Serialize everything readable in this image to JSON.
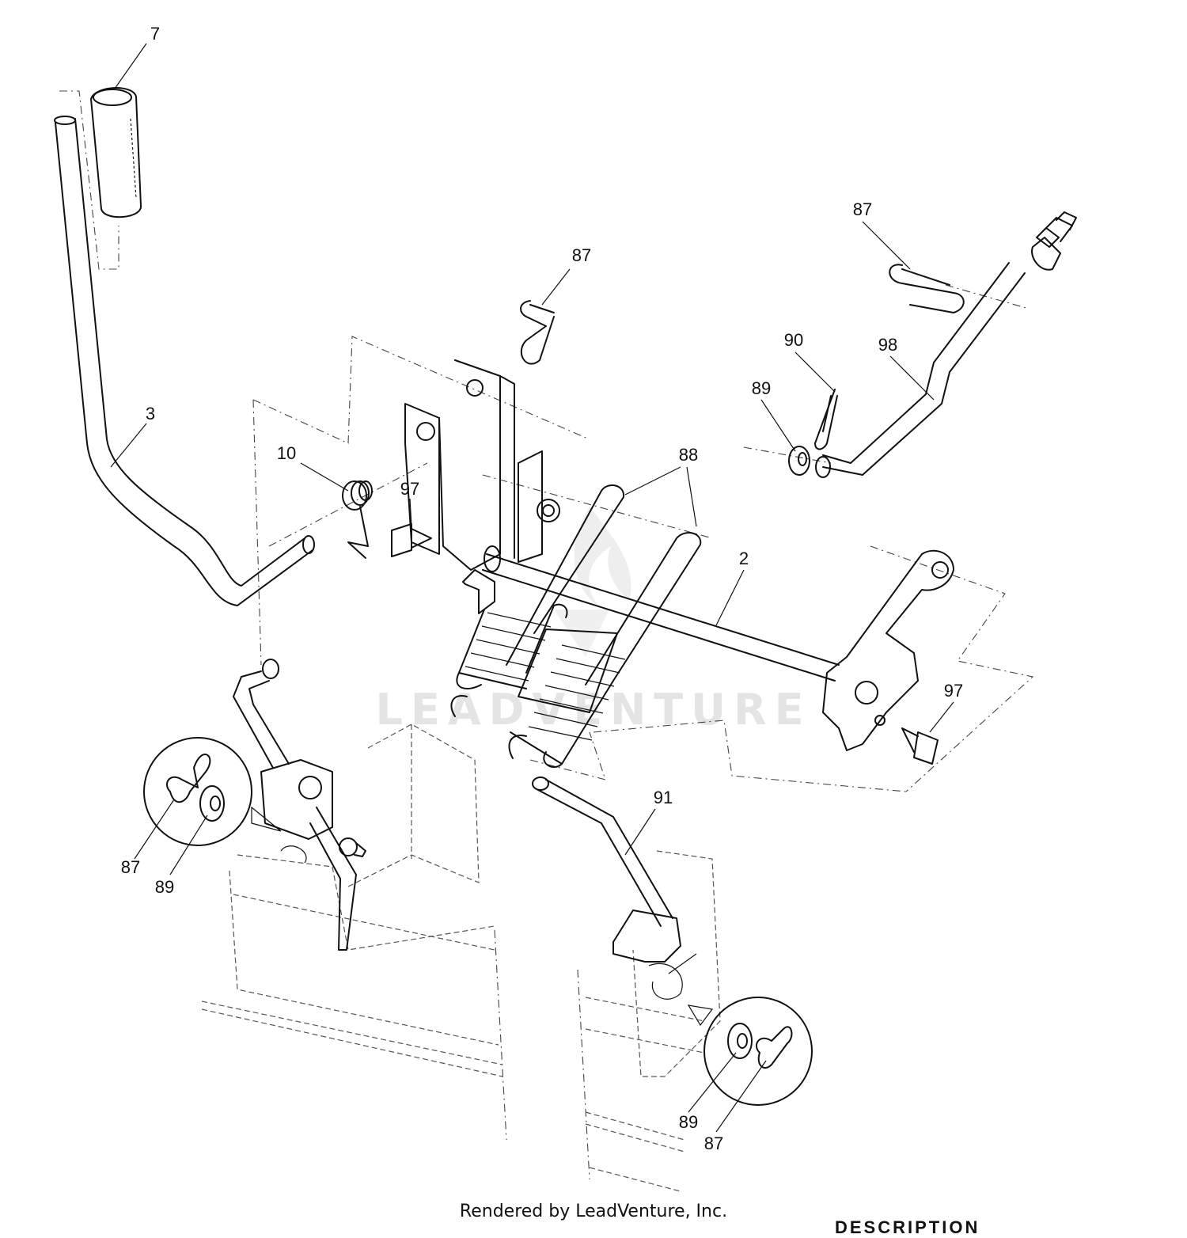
{
  "callouts": {
    "c7": "7",
    "c3": "3",
    "c87_top": "87",
    "c87_right": "87",
    "c90": "90",
    "c98": "98",
    "c89_top": "89",
    "c10": "10",
    "c97_left": "97",
    "c88": "88",
    "c2": "2",
    "c97_right": "97",
    "c91": "91",
    "c87_bl": "87",
    "c89_bl": "89",
    "c89_br": "89",
    "c87_br": "87"
  },
  "watermark": "LEADVENTURE",
  "footer": "Rendered by LeadVenture, Inc.",
  "cut_text": "DESCRIPTION"
}
